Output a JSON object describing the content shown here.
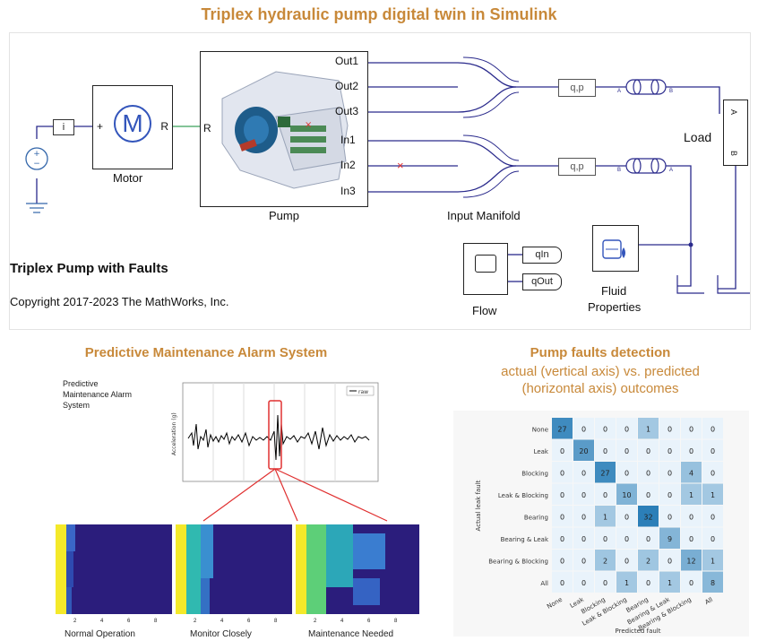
{
  "header": {
    "title": "Triplex hydraulic pump digital twin in Simulink"
  },
  "model": {
    "title": "Triplex Pump with Faults",
    "copyright": "Copyright 2017-2023 The MathWorks, Inc.",
    "blocks": {
      "source_label": "i",
      "motor": "Motor",
      "motor_symbol": "M",
      "motor_port_plus": "+",
      "motor_port_r": "R",
      "pump_port_r": "R",
      "pump": "Pump",
      "pump_outputs": [
        "Out1",
        "Out2",
        "Out3",
        "In1",
        "In2",
        "In3"
      ],
      "input_manifold": "Input Manifold",
      "sensor_top": "q,p",
      "sensor_bottom": "q,p",
      "pipe_port_a": "A",
      "pipe_port_b": "B",
      "load": "Load",
      "load_port_a": "A",
      "load_port_b": "B",
      "flow_inputs": [
        "qIn",
        "qOut"
      ],
      "flow": "Flow",
      "fluid_properties": [
        "Fluid",
        "Properties"
      ]
    },
    "colors": {
      "wire": "#2a2a8c",
      "fault_mark": "#e03030",
      "block_border": "#222222"
    }
  },
  "alarm": {
    "title": "Predictive Maintenance Alarm System",
    "inner_title": [
      "Predictive",
      "Maintenance Alarm",
      "System"
    ],
    "y_axis": "Acceleration (g)",
    "legend": "raw",
    "panel_ticks": [
      "2",
      "4",
      "6",
      "8"
    ],
    "panels": [
      "Normal Operation",
      "Monitor Closely",
      "Maintenance Needed"
    ]
  },
  "confusion": {
    "title": "Pump faults detection",
    "subtitle": [
      "actual (vertical axis) vs. predicted",
      "(horizontal axis) outcomes"
    ]
  },
  "chart_data": {
    "type": "heatmap",
    "title": "Pump faults detection",
    "xlabel": "Predicted fault",
    "ylabel": "Actual leak fault",
    "rows": [
      "None",
      "Leak",
      "Blocking",
      "Leak & Blocking",
      "Bearing",
      "Bearing & Leak",
      "Bearing & Blocking",
      "All"
    ],
    "cols": [
      "None",
      "Leak",
      "Blocking",
      "Leak & Blocking",
      "Bearing",
      "Bearing & Leak",
      "Bearing & Blocking",
      "All"
    ],
    "values": [
      [
        27,
        0,
        0,
        0,
        1,
        0,
        0,
        0
      ],
      [
        0,
        20,
        0,
        0,
        0,
        0,
        0,
        0
      ],
      [
        0,
        0,
        27,
        0,
        0,
        0,
        4,
        0
      ],
      [
        0,
        0,
        0,
        10,
        0,
        0,
        1,
        1
      ],
      [
        0,
        0,
        1,
        0,
        32,
        0,
        0,
        0
      ],
      [
        0,
        0,
        0,
        0,
        0,
        9,
        0,
        0
      ],
      [
        0,
        0,
        2,
        0,
        2,
        0,
        12,
        1
      ],
      [
        0,
        0,
        0,
        1,
        0,
        1,
        0,
        8
      ]
    ],
    "colors": {
      "low": "#e9f3fb",
      "high": "#2c7fb8"
    }
  }
}
